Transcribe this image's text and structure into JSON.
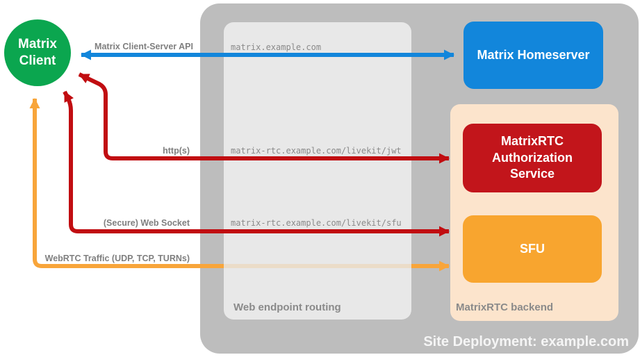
{
  "nodes": {
    "client": {
      "line1": "Matrix",
      "line2": "Client"
    },
    "homeserver": {
      "label": "Matrix Homeserver"
    },
    "auth_service": {
      "label": "MatrixRTC Authorization Service"
    },
    "sfu": {
      "label": "SFU"
    }
  },
  "containers": {
    "site_deployment": {
      "label": "Site Deployment: example.com"
    },
    "web_endpoint_routing": {
      "label": "Web endpoint routing"
    },
    "matrixrtc_backend": {
      "label": "MatrixRTC backend"
    }
  },
  "connections": [
    {
      "id": "client-homeserver",
      "label": "Matrix Client-Server API",
      "endpoint": "matrix.example.com",
      "color": "#1286db",
      "style": "bidirectional"
    },
    {
      "id": "client-auth-service",
      "label": "http(s)",
      "endpoint": "matrix-rtc.example.com/livekit/jwt",
      "color": "#c10d11",
      "style": "bidirectional"
    },
    {
      "id": "client-sfu-websocket",
      "label": "(Secure) Web Socket",
      "endpoint": "matrix-rtc.example.com/livekit/sfu",
      "color": "#c10d11",
      "style": "bidirectional"
    },
    {
      "id": "client-sfu-webrtc",
      "label": "WebRTC Traffic (UDP, TCP, TURNs)",
      "endpoint": "",
      "color": "#f8a53a",
      "style": "bidirectional"
    }
  ],
  "colors": {
    "client_green": "#0ba64f",
    "homeserver_blue": "#1286db",
    "auth_red": "#c2151b",
    "sfu_orange": "#f8a52f",
    "backend_peach": "#fce4cc",
    "outer_gray": "#bdbdbd",
    "routing_gray": "#e8e8e8",
    "label_gray": "#7f7f7f",
    "white_text": "#ffffff"
  }
}
